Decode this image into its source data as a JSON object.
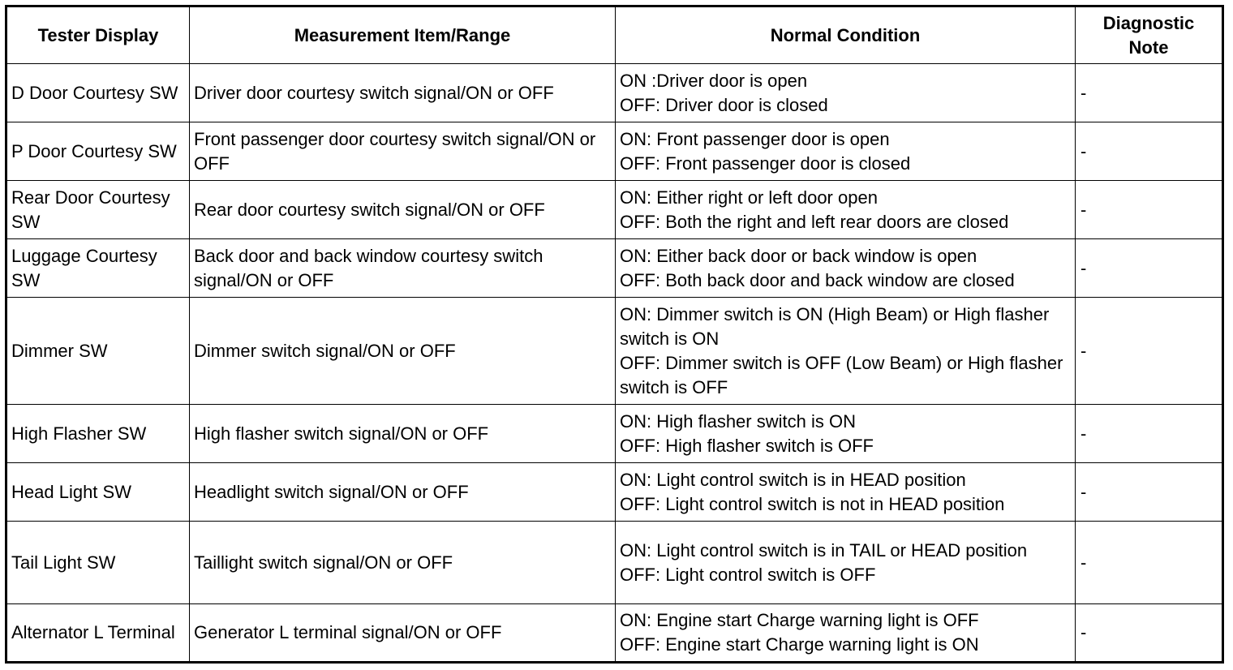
{
  "headers": [
    "Tester Display",
    "Measurement Item/Range",
    "Normal Condition",
    "Diagnostic Note"
  ],
  "rows": [
    {
      "display": "D Door Courtesy SW",
      "measurement": "Driver door courtesy switch signal/ON or OFF",
      "condition": [
        "ON :Driver door is open",
        "OFF: Driver door is closed"
      ],
      "note": "-"
    },
    {
      "display": "P Door Courtesy SW",
      "measurement": "Front passenger door courtesy switch signal/ON or OFF",
      "condition": [
        "ON: Front passenger door is open",
        "OFF: Front passenger door is closed"
      ],
      "note": "-"
    },
    {
      "display": "Rear Door Courtesy SW",
      "measurement": "Rear door courtesy switch signal/ON or OFF",
      "condition": [
        "ON: Either right or left door open",
        "OFF: Both the right and left rear doors are closed"
      ],
      "note": "-"
    },
    {
      "display": "Luggage Courtesy SW",
      "measurement": "Back door and back window courtesy switch signal/ON or OFF",
      "condition": [
        "ON: Either back door or back window is open",
        "OFF: Both back door and back window are closed"
      ],
      "note": "-"
    },
    {
      "display": "Dimmer SW",
      "measurement": "Dimmer switch signal/ON or OFF",
      "condition": [
        "ON: Dimmer switch is ON (High Beam) or High flasher switch is ON",
        "OFF: Dimmer switch is OFF (Low Beam) or High flasher switch is OFF"
      ],
      "note": "-"
    },
    {
      "display": "High Flasher SW",
      "measurement": "High flasher switch signal/ON or OFF",
      "condition": [
        "ON: High flasher switch is ON",
        "OFF: High flasher switch is OFF"
      ],
      "note": "-"
    },
    {
      "display": "Head Light SW",
      "measurement": "Headlight switch signal/ON or OFF",
      "condition": [
        "ON: Light control switch is in HEAD position",
        "OFF: Light control switch is not in HEAD position"
      ],
      "note": "-"
    },
    {
      "display": "Tail Light SW",
      "measurement": "Taillight switch signal/ON or OFF",
      "condition": [
        "ON: Light control switch is in TAIL or HEAD position",
        "OFF: Light control switch is OFF"
      ],
      "note": "-"
    },
    {
      "display": "Alternator L Terminal",
      "measurement": "Generator L terminal signal/ON or OFF",
      "condition": [
        "ON: Engine start Charge warning light is OFF",
        "OFF: Engine start Charge warning light is ON"
      ],
      "note": "-"
    }
  ]
}
